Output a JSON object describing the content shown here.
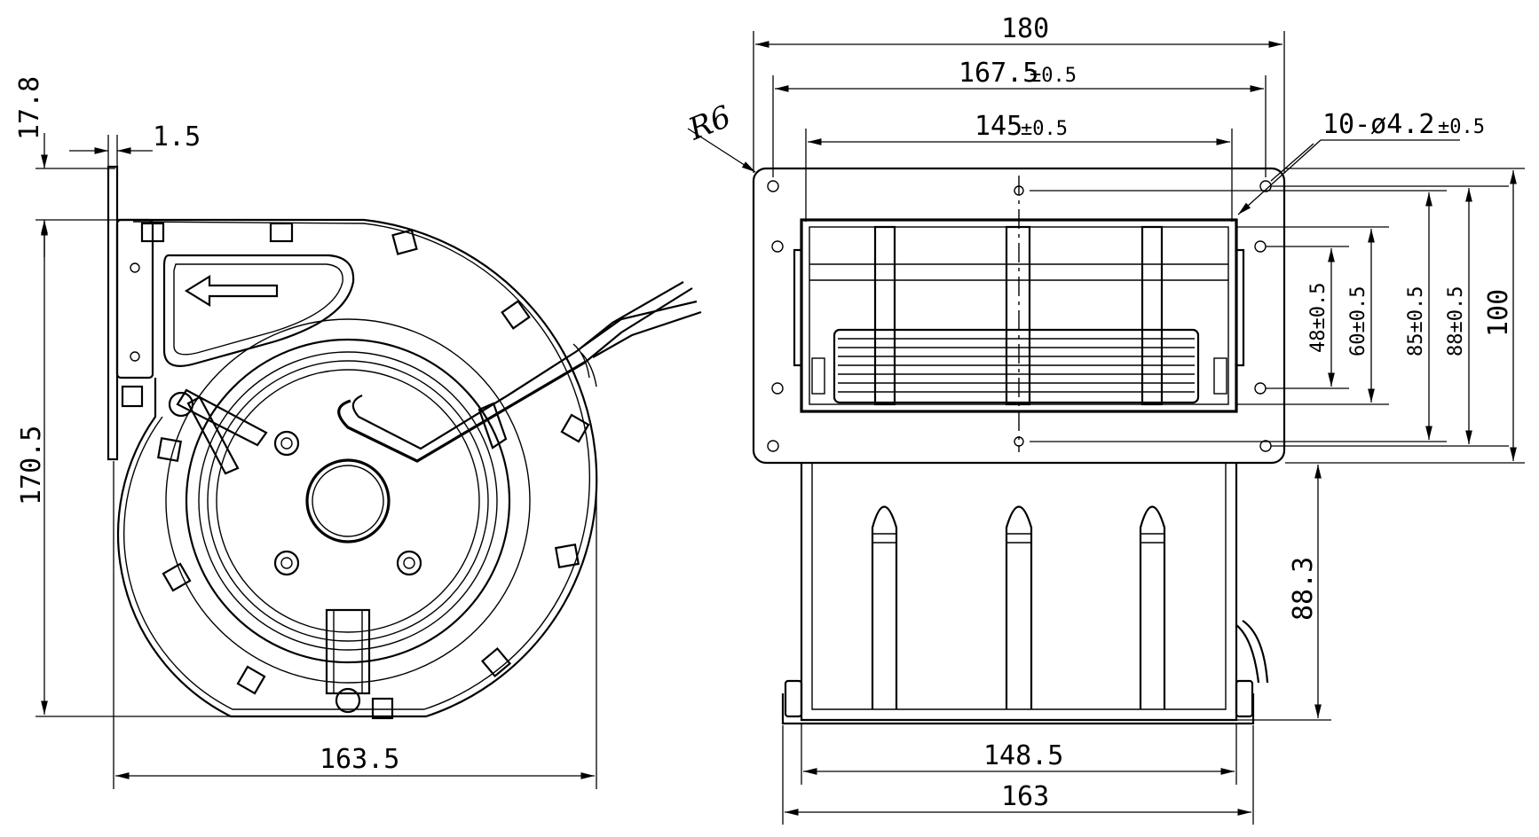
{
  "dimensions": {
    "left_view": {
      "d_17_8": "17.8",
      "d_1_5": "1.5",
      "d_170_5": "170.5",
      "d_163_5": "163.5"
    },
    "right_view": {
      "d_180": "180",
      "d_167_5": "167.5",
      "d_167_5_tol": "±0.5",
      "d_145": "145",
      "d_145_tol": "±0.5",
      "d_r6": "R6",
      "d_holes": "10-ø4.2",
      "d_holes_tol": "±0.5",
      "d_48": "48±0.5",
      "d_60": "60±0.5",
      "d_85": "85±0.5",
      "d_88": "88±0.5",
      "d_100": "100",
      "d_88_3": "88.3",
      "d_148_5": "148.5",
      "d_163": "163"
    }
  },
  "colors": {
    "line": "#000000",
    "background": "#ffffff"
  }
}
